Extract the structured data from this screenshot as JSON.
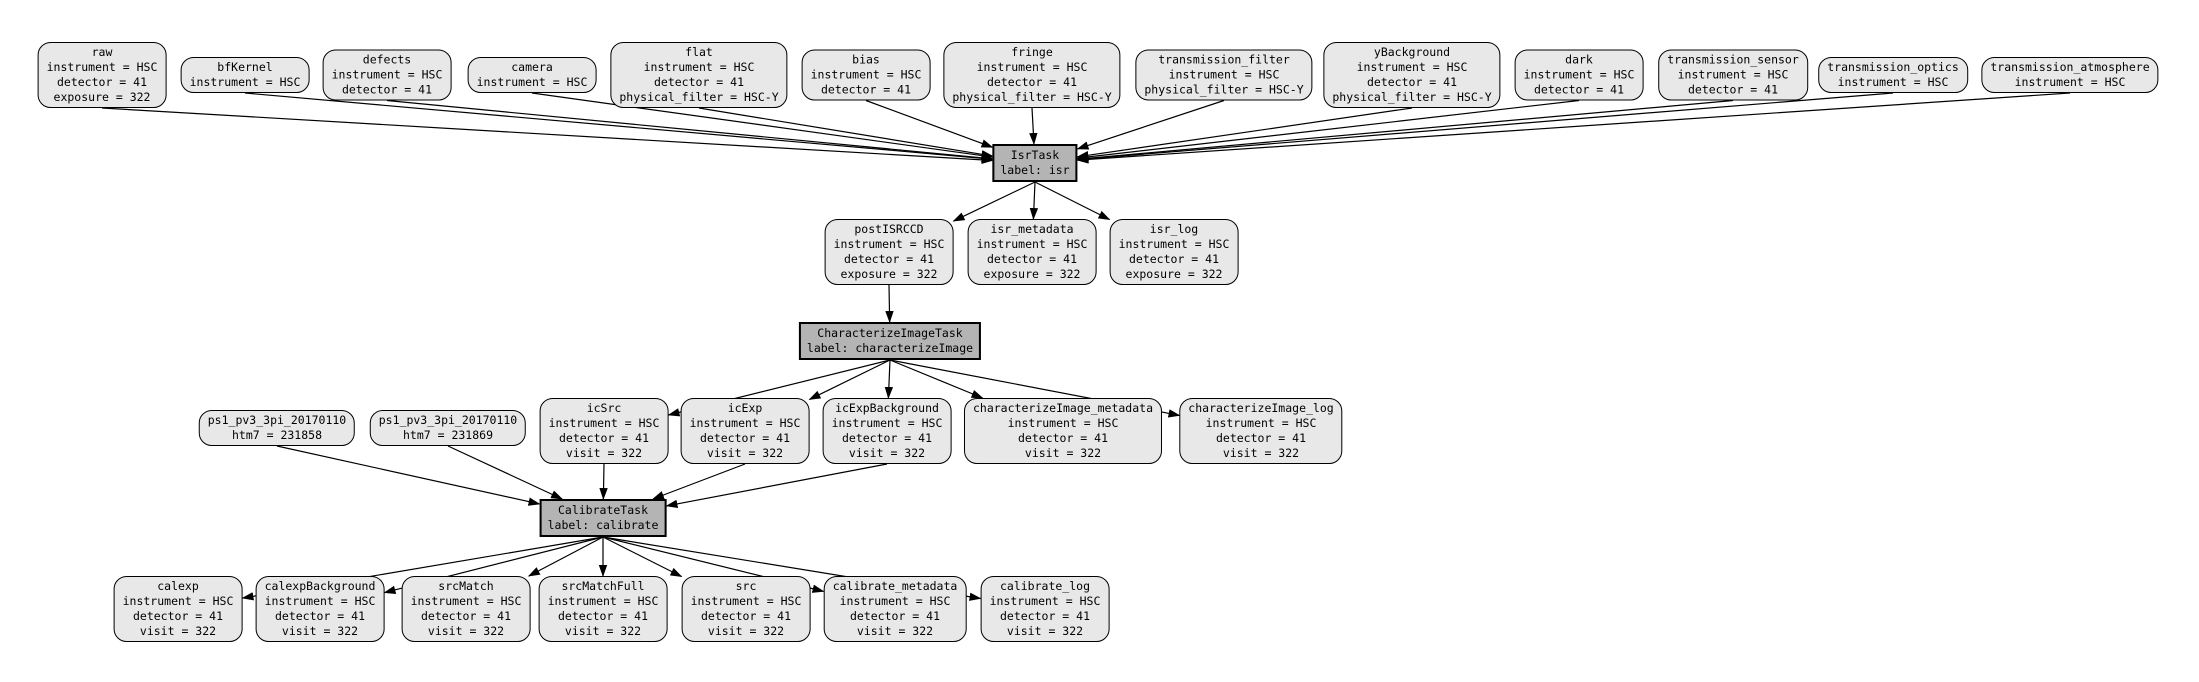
{
  "diagram": {
    "colors": {
      "background": "#ffffff",
      "dataset_fill": "#e8e8e8",
      "task_fill": "#b4b4b4",
      "border": "#000000",
      "edge": "#000000",
      "text": "#000000"
    },
    "nodes": [
      {
        "id": "raw",
        "kind": "dataset",
        "lines": [
          "raw",
          "instrument = HSC",
          "detector = 41",
          "exposure = 322"
        ]
      },
      {
        "id": "bfKernel",
        "kind": "dataset",
        "lines": [
          "bfKernel",
          "instrument = HSC"
        ]
      },
      {
        "id": "defects",
        "kind": "dataset",
        "lines": [
          "defects",
          "instrument = HSC",
          "detector = 41"
        ]
      },
      {
        "id": "camera",
        "kind": "dataset",
        "lines": [
          "camera",
          "instrument = HSC"
        ]
      },
      {
        "id": "flat",
        "kind": "dataset",
        "lines": [
          "flat",
          "instrument = HSC",
          "detector = 41",
          "physical_filter = HSC-Y"
        ]
      },
      {
        "id": "bias",
        "kind": "dataset",
        "lines": [
          "bias",
          "instrument = HSC",
          "detector = 41"
        ]
      },
      {
        "id": "fringe",
        "kind": "dataset",
        "lines": [
          "fringe",
          "instrument = HSC",
          "detector = 41",
          "physical_filter = HSC-Y"
        ]
      },
      {
        "id": "transmission_filter",
        "kind": "dataset",
        "lines": [
          "transmission_filter",
          "instrument = HSC",
          "physical_filter = HSC-Y"
        ]
      },
      {
        "id": "yBackground",
        "kind": "dataset",
        "lines": [
          "yBackground",
          "instrument = HSC",
          "detector = 41",
          "physical_filter = HSC-Y"
        ]
      },
      {
        "id": "dark",
        "kind": "dataset",
        "lines": [
          "dark",
          "instrument = HSC",
          "detector = 41"
        ]
      },
      {
        "id": "transmission_sensor",
        "kind": "dataset",
        "lines": [
          "transmission_sensor",
          "instrument = HSC",
          "detector = 41"
        ]
      },
      {
        "id": "transmission_optics",
        "kind": "dataset",
        "lines": [
          "transmission_optics",
          "instrument = HSC"
        ]
      },
      {
        "id": "transmission_atmosphere",
        "kind": "dataset",
        "lines": [
          "transmission_atmosphere",
          "instrument = HSC"
        ]
      },
      {
        "id": "isr",
        "kind": "task",
        "lines": [
          "IsrTask",
          "label: isr"
        ]
      },
      {
        "id": "postISRCCD",
        "kind": "dataset",
        "lines": [
          "postISRCCD",
          "instrument = HSC",
          "detector = 41",
          "exposure = 322"
        ]
      },
      {
        "id": "isr_metadata",
        "kind": "dataset",
        "lines": [
          "isr_metadata",
          "instrument = HSC",
          "detector = 41",
          "exposure = 322"
        ]
      },
      {
        "id": "isr_log",
        "kind": "dataset",
        "lines": [
          "isr_log",
          "instrument = HSC",
          "detector = 41",
          "exposure = 322"
        ]
      },
      {
        "id": "characterizeImage",
        "kind": "task",
        "lines": [
          "CharacterizeImageTask",
          "label: characterizeImage"
        ]
      },
      {
        "id": "ps1_231858",
        "kind": "dataset",
        "lines": [
          "ps1_pv3_3pi_20170110",
          "htm7 = 231858"
        ]
      },
      {
        "id": "ps1_231869",
        "kind": "dataset",
        "lines": [
          "ps1_pv3_3pi_20170110",
          "htm7 = 231869"
        ]
      },
      {
        "id": "icSrc",
        "kind": "dataset",
        "lines": [
          "icSrc",
          "instrument = HSC",
          "detector = 41",
          "visit = 322"
        ]
      },
      {
        "id": "icExp",
        "kind": "dataset",
        "lines": [
          "icExp",
          "instrument = HSC",
          "detector = 41",
          "visit = 322"
        ]
      },
      {
        "id": "icExpBackground",
        "kind": "dataset",
        "lines": [
          "icExpBackground",
          "instrument = HSC",
          "detector = 41",
          "visit = 322"
        ]
      },
      {
        "id": "characterizeImage_metadata",
        "kind": "dataset",
        "lines": [
          "characterizeImage_metadata",
          "instrument = HSC",
          "detector = 41",
          "visit = 322"
        ]
      },
      {
        "id": "characterizeImage_log",
        "kind": "dataset",
        "lines": [
          "characterizeImage_log",
          "instrument = HSC",
          "detector = 41",
          "visit = 322"
        ]
      },
      {
        "id": "calibrate",
        "kind": "task",
        "lines": [
          "CalibrateTask",
          "label: calibrate"
        ]
      },
      {
        "id": "calexp",
        "kind": "dataset",
        "lines": [
          "calexp",
          "instrument = HSC",
          "detector = 41",
          "visit = 322"
        ]
      },
      {
        "id": "calexpBackground",
        "kind": "dataset",
        "lines": [
          "calexpBackground",
          "instrument = HSC",
          "detector = 41",
          "visit = 322"
        ]
      },
      {
        "id": "srcMatch",
        "kind": "dataset",
        "lines": [
          "srcMatch",
          "instrument = HSC",
          "detector = 41",
          "visit = 322"
        ]
      },
      {
        "id": "srcMatchFull",
        "kind": "dataset",
        "lines": [
          "srcMatchFull",
          "instrument = HSC",
          "detector = 41",
          "visit = 322"
        ]
      },
      {
        "id": "src",
        "kind": "dataset",
        "lines": [
          "src",
          "instrument = HSC",
          "detector = 41",
          "visit = 322"
        ]
      },
      {
        "id": "calibrate_metadata",
        "kind": "dataset",
        "lines": [
          "calibrate_metadata",
          "instrument = HSC",
          "detector = 41",
          "visit = 322"
        ]
      },
      {
        "id": "calibrate_log",
        "kind": "dataset",
        "lines": [
          "calibrate_log",
          "instrument = HSC",
          "detector = 41",
          "visit = 322"
        ]
      }
    ],
    "edges": [
      [
        "raw",
        "isr"
      ],
      [
        "bfKernel",
        "isr"
      ],
      [
        "defects",
        "isr"
      ],
      [
        "camera",
        "isr"
      ],
      [
        "flat",
        "isr"
      ],
      [
        "bias",
        "isr"
      ],
      [
        "fringe",
        "isr"
      ],
      [
        "transmission_filter",
        "isr"
      ],
      [
        "yBackground",
        "isr"
      ],
      [
        "dark",
        "isr"
      ],
      [
        "transmission_sensor",
        "isr"
      ],
      [
        "transmission_optics",
        "isr"
      ],
      [
        "transmission_atmosphere",
        "isr"
      ],
      [
        "isr",
        "postISRCCD"
      ],
      [
        "isr",
        "isr_metadata"
      ],
      [
        "isr",
        "isr_log"
      ],
      [
        "postISRCCD",
        "characterizeImage"
      ],
      [
        "characterizeImage",
        "icSrc"
      ],
      [
        "characterizeImage",
        "icExp"
      ],
      [
        "characterizeImage",
        "icExpBackground"
      ],
      [
        "characterizeImage",
        "characterizeImage_metadata"
      ],
      [
        "characterizeImage",
        "characterizeImage_log"
      ],
      [
        "ps1_231858",
        "calibrate"
      ],
      [
        "ps1_231869",
        "calibrate"
      ],
      [
        "icSrc",
        "calibrate"
      ],
      [
        "icExp",
        "calibrate"
      ],
      [
        "icExpBackground",
        "calibrate"
      ],
      [
        "calibrate",
        "calexp"
      ],
      [
        "calibrate",
        "calexpBackground"
      ],
      [
        "calibrate",
        "srcMatch"
      ],
      [
        "calibrate",
        "srcMatchFull"
      ],
      [
        "calibrate",
        "src"
      ],
      [
        "calibrate",
        "calibrate_metadata"
      ],
      [
        "calibrate",
        "calibrate_log"
      ]
    ]
  }
}
